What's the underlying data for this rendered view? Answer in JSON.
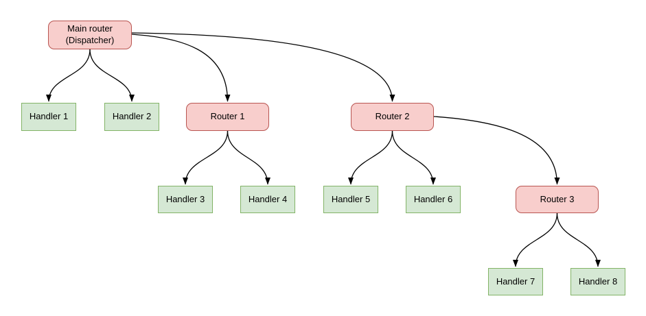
{
  "colors": {
    "router_fill": "#f8cecc",
    "router_border": "#b85450",
    "handler_fill": "#d5e8d4",
    "handler_border": "#82b366",
    "edge": "#000000",
    "background": "#ffffff",
    "text": "#000000"
  },
  "nodes": {
    "main": {
      "label": "Main router (Dispatcher)",
      "line1": "Main router",
      "line2": "(Dispatcher)",
      "type": "router"
    },
    "handler1": {
      "label": "Handler 1",
      "type": "handler"
    },
    "handler2": {
      "label": "Handler 2",
      "type": "handler"
    },
    "router1": {
      "label": "Router 1",
      "type": "router"
    },
    "router2": {
      "label": "Router 2",
      "type": "router"
    },
    "handler3": {
      "label": "Handler 3",
      "type": "handler"
    },
    "handler4": {
      "label": "Handler 4",
      "type": "handler"
    },
    "handler5": {
      "label": "Handler 5",
      "type": "handler"
    },
    "handler6": {
      "label": "Handler 6",
      "type": "handler"
    },
    "router3": {
      "label": "Router 3",
      "type": "router"
    },
    "handler7": {
      "label": "Handler 7",
      "type": "handler"
    },
    "handler8": {
      "label": "Handler 8",
      "type": "handler"
    }
  },
  "edges": [
    {
      "from": "main",
      "to": "handler1"
    },
    {
      "from": "main",
      "to": "handler2"
    },
    {
      "from": "main",
      "to": "router1"
    },
    {
      "from": "main",
      "to": "router2"
    },
    {
      "from": "router1",
      "to": "handler3"
    },
    {
      "from": "router1",
      "to": "handler4"
    },
    {
      "from": "router2",
      "to": "handler5"
    },
    {
      "from": "router2",
      "to": "handler6"
    },
    {
      "from": "router2",
      "to": "router3"
    },
    {
      "from": "router3",
      "to": "handler7"
    },
    {
      "from": "router3",
      "to": "handler8"
    }
  ]
}
